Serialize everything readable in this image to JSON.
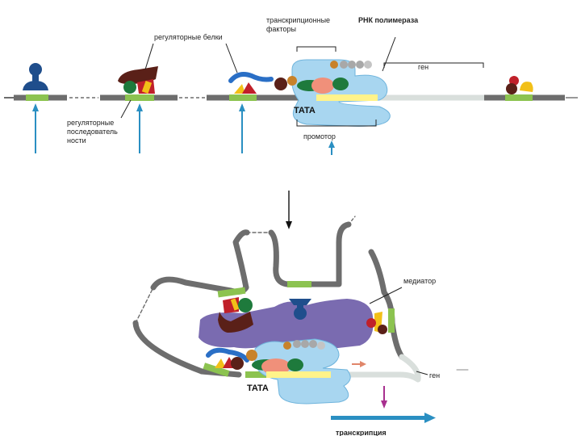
{
  "labels": {
    "regulatory_proteins": "регуляторные белки",
    "transcription_factors_1": "транскрипционные",
    "transcription_factors_2": "факторы",
    "rna_polymerase": "РНК полимераза",
    "gene_top": "ген",
    "regulatory_sequences_1": "регуляторные",
    "regulatory_sequences_2": "последователь",
    "regulatory_sequences_3": "ности",
    "tata_top": "TATA",
    "promoter": "промотор",
    "mediator": "медиатор",
    "gene_bottom": "ген",
    "tata_bottom": "TATA",
    "transcription": "транскрипция"
  },
  "colors": {
    "dna": "#6d6d6d",
    "gene": "#d9dfdc",
    "regulatory_site": "#8cc350",
    "activation_arrow": "#2a8fc2",
    "mediator": "#7a6bb0",
    "polymerase": "#a8d6f0",
    "tata_box": "#fff38a",
    "transcription_arrow": "#2a8fc2",
    "mrna_arrow": "#a8308f"
  }
}
